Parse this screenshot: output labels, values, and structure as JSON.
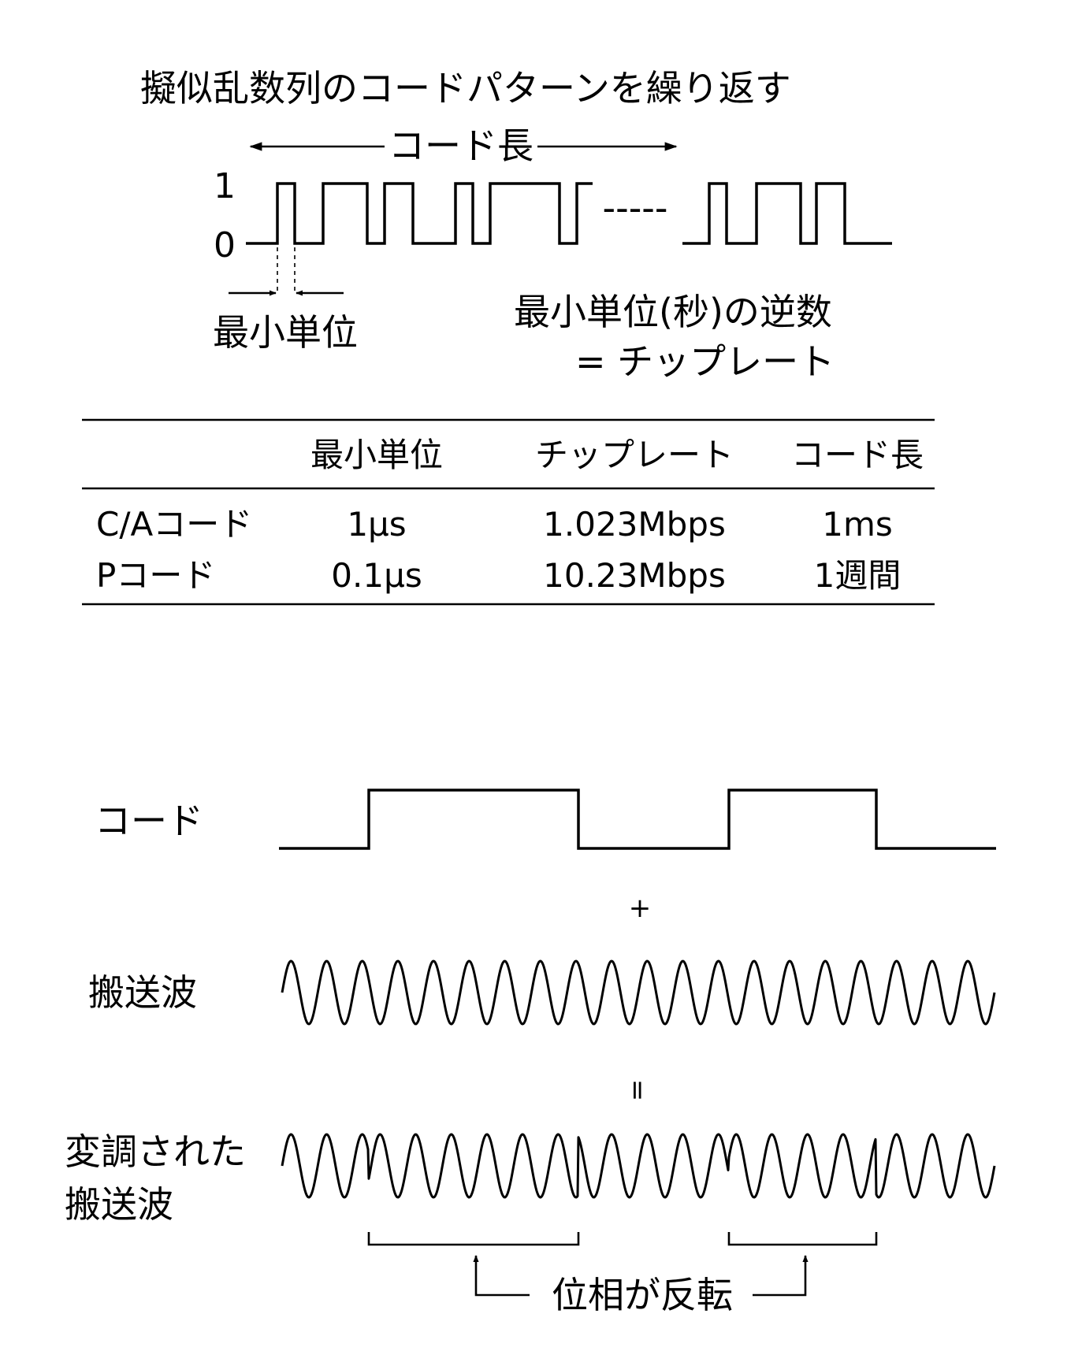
{
  "top": {
    "title": "擬似乱数列のコードパターンを繰り返す",
    "code_length_label": "コード長",
    "level_high": "1",
    "level_low": "0",
    "ellipsis": "-----",
    "min_unit_label": "最小単位",
    "reciprocal_line1": "最小単位(秒)の逆数",
    "reciprocal_line2": "= チップレート"
  },
  "table": {
    "headers": [
      "",
      "最小単位",
      "チップレート",
      "コード長"
    ],
    "rows": [
      [
        "C/Aコード",
        "1μs",
        "1.023Mbps",
        "1ms"
      ],
      [
        "Pコード",
        "0.1μs",
        "10.23Mbps",
        "1週間"
      ]
    ]
  },
  "bottom": {
    "code_label": "コード",
    "plus": "+",
    "carrier_label": "搬送波",
    "equals": "=",
    "modulated_label_line1": "変調された",
    "modulated_label_line2": "搬送波",
    "phase_label": "位相が反転"
  }
}
